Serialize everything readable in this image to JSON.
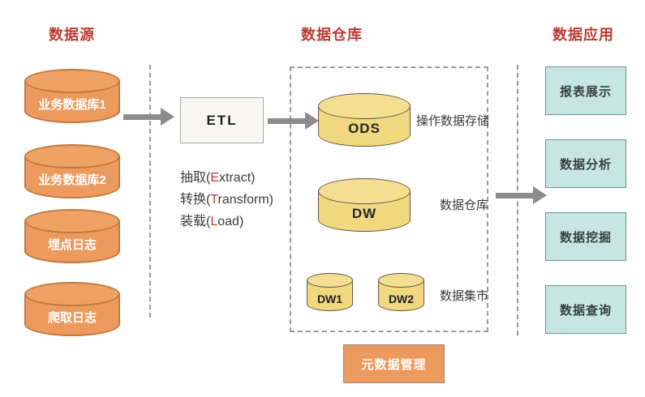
{
  "titles": {
    "source": "数据源",
    "warehouse": "数据仓库",
    "application": "数据应用"
  },
  "source_cylinders": [
    {
      "label": "业务数据库1"
    },
    {
      "label": "业务数据库2"
    },
    {
      "label": "埋点日志"
    },
    {
      "label": "爬取日志"
    }
  ],
  "etl": {
    "box_label": "ETL",
    "lines": [
      {
        "before": "抽取(",
        "key": "E",
        "after": "xtract)"
      },
      {
        "before": "转换(",
        "key": "T",
        "after": "ransform)"
      },
      {
        "before": "装载(",
        "key": "L",
        "after": "oad)"
      }
    ]
  },
  "warehouse": {
    "ods": {
      "label": "ODS",
      "annotation": "操作数据存储"
    },
    "dw": {
      "label": "DW",
      "annotation": "数据仓库"
    },
    "marts": {
      "items": [
        {
          "label": "DW1"
        },
        {
          "label": "DW2"
        }
      ],
      "annotation": "数据集市"
    }
  },
  "applications": [
    {
      "label": "报表展示"
    },
    {
      "label": "数据分析"
    },
    {
      "label": "数据挖掘"
    },
    {
      "label": "数据查询"
    }
  ],
  "footer": {
    "label": "元数据管理"
  },
  "colors": {
    "header_red": "#be3a31",
    "source_orange": "#ec9a5e",
    "warehouse_yellow": "#f1d87f",
    "app_teal": "#c8e6e1",
    "arrow_gray": "#8c8c8c",
    "etl_highlight_red": "#c13a2f"
  }
}
